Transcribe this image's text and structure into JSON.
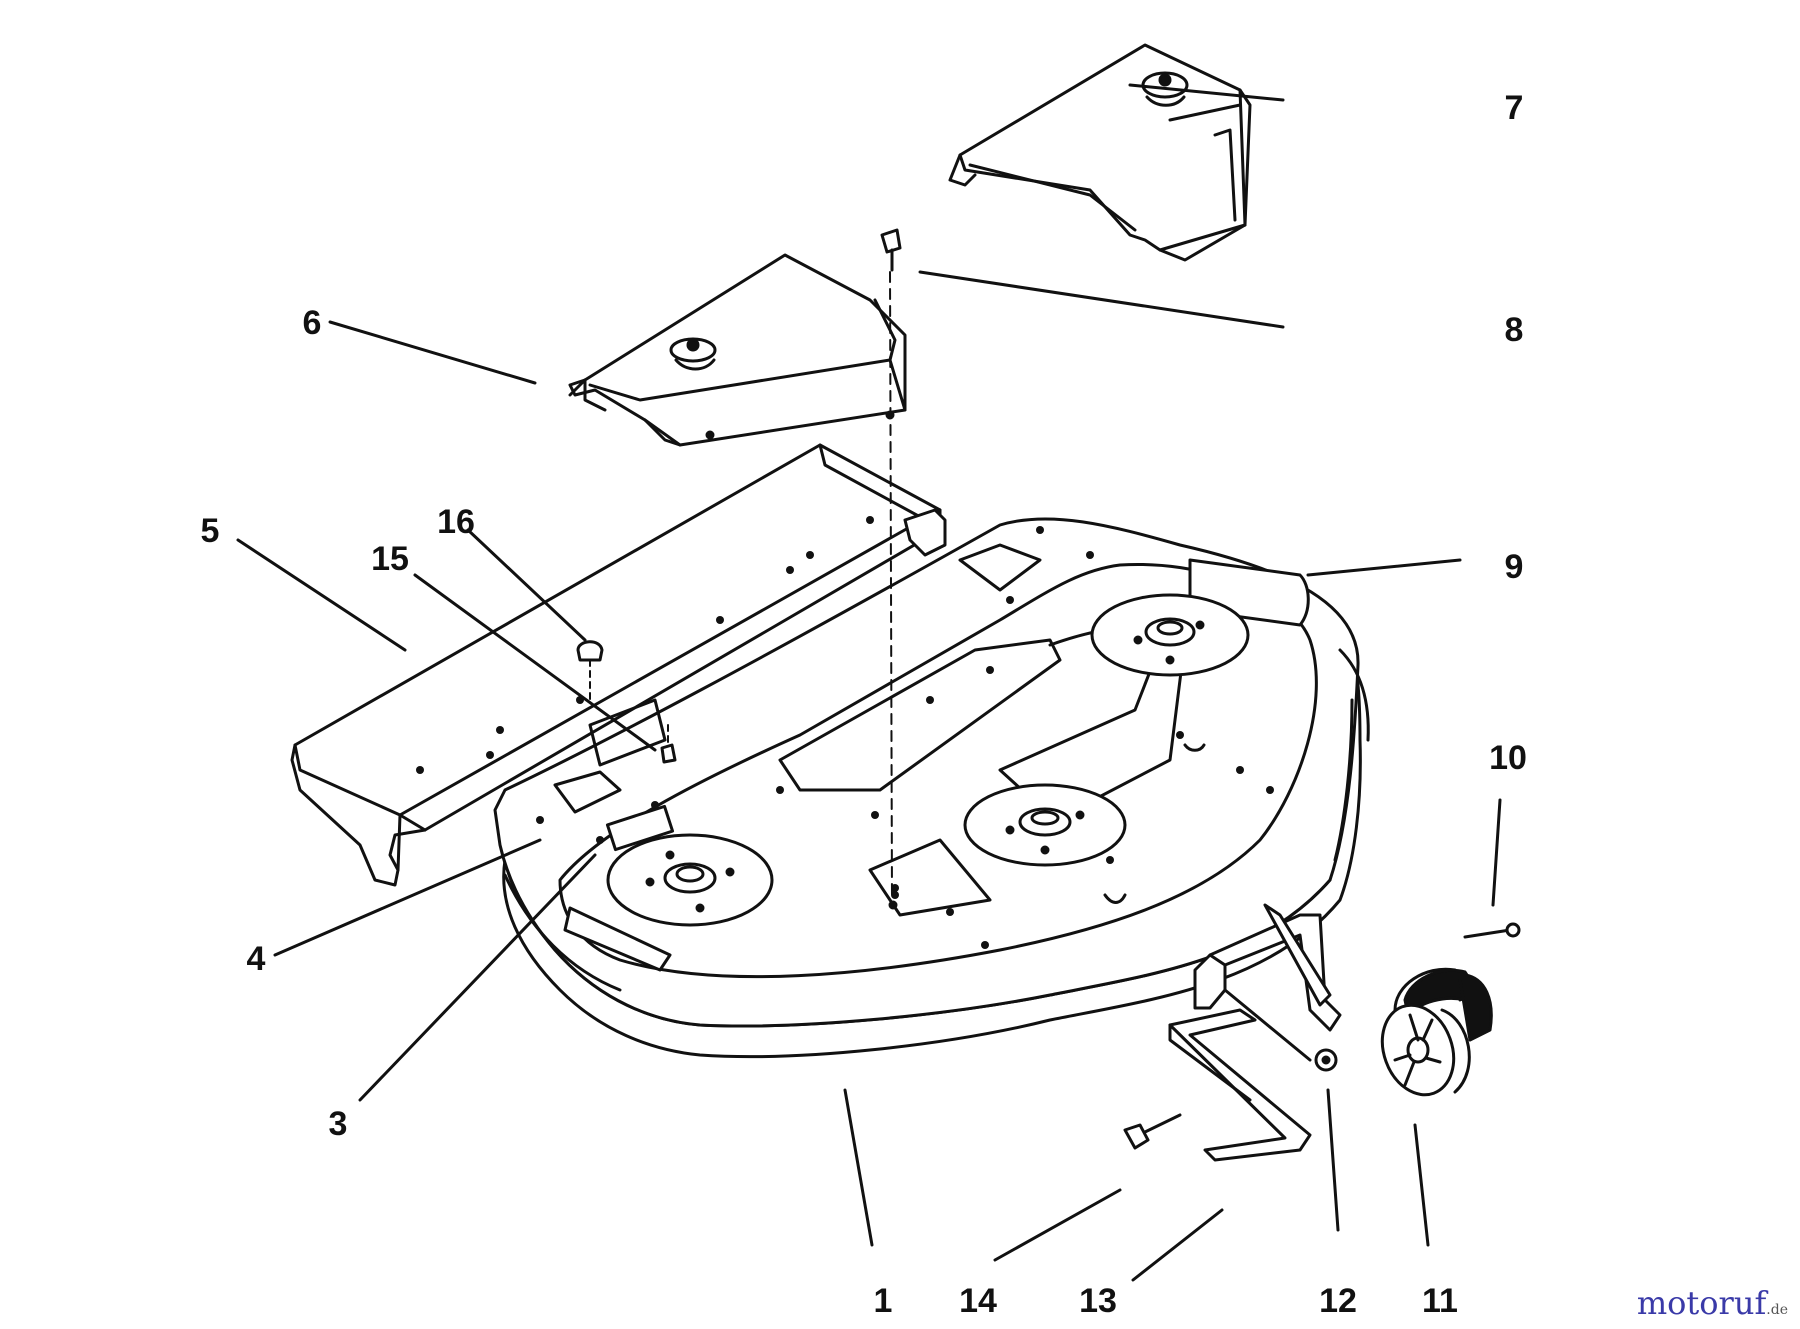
{
  "diagram": {
    "callouts": [
      "1",
      "3",
      "4",
      "5",
      "6",
      "7",
      "8",
      "9",
      "10",
      "11",
      "12",
      "13",
      "14",
      "15",
      "16"
    ]
  },
  "watermark": {
    "text": "motoruf",
    "tld": ".de"
  },
  "colors": {
    "line": "#111111",
    "fill": "#ffffff",
    "brand_blue": "#3a3aa8",
    "brand_orange": "#e35a2c"
  }
}
